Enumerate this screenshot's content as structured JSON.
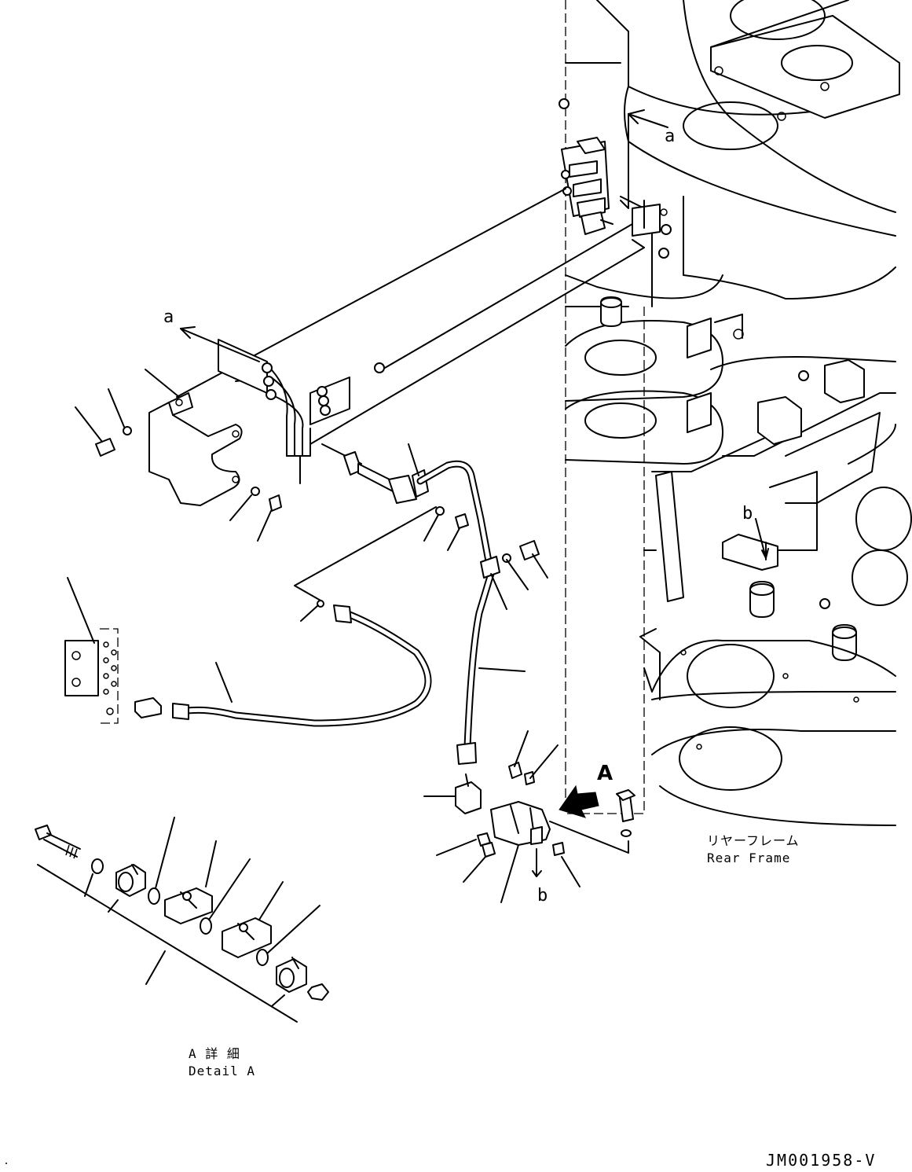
{
  "labels": {
    "callout_a_top": "a",
    "callout_a_left": "a",
    "callout_b_frame": "b",
    "callout_b_valve": "b",
    "view_arrow": "A"
  },
  "captions": {
    "rear_frame_jp": "リヤーフレーム",
    "rear_frame_en": "Rear Frame",
    "detail_jp": "A 詳 細",
    "detail_en": "Detail A"
  },
  "drawing_code": "JM001958-V"
}
